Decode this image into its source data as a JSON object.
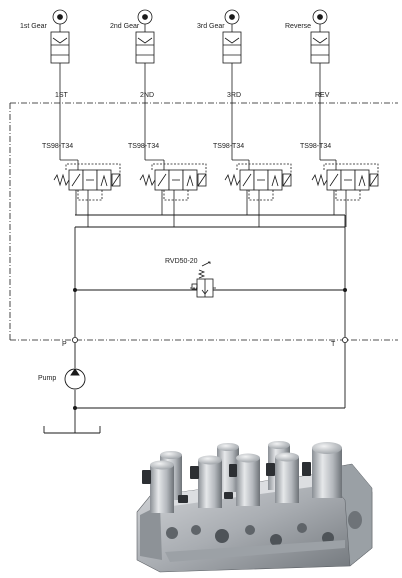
{
  "gears": [
    {
      "label": "1st Gear",
      "port": "1ST",
      "valve": "TS98-T34"
    },
    {
      "label": "2nd Gear",
      "port": "2ND",
      "valve": "TS98-T34"
    },
    {
      "label": "3rd Gear",
      "port": "3RD",
      "valve": "TS98-T34"
    },
    {
      "label": "Reverse",
      "port": "REV",
      "valve": "TS98-T34"
    }
  ],
  "relief_valve": {
    "label": "RVD50-20"
  },
  "ports": {
    "pressure": "P",
    "tank": "T"
  },
  "pump": {
    "label": "Pump"
  },
  "colors": {
    "line": "#1a1a1a",
    "block_light": "#c9ccd0",
    "block_dark": "#6b7076",
    "cap_dark": "#2c2f33"
  }
}
